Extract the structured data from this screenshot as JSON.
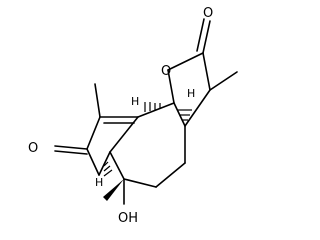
{
  "molecule": {
    "atom_labels": {
      "lactone_ring_oxygen": "O",
      "lactone_carbonyl_oxygen": "O",
      "ketone_oxygen": "O",
      "hydroxyl": "OH"
    },
    "stereo_hydrogens": {
      "h_c6": "H",
      "h_c7": "H",
      "h_c1": "H"
    }
  }
}
